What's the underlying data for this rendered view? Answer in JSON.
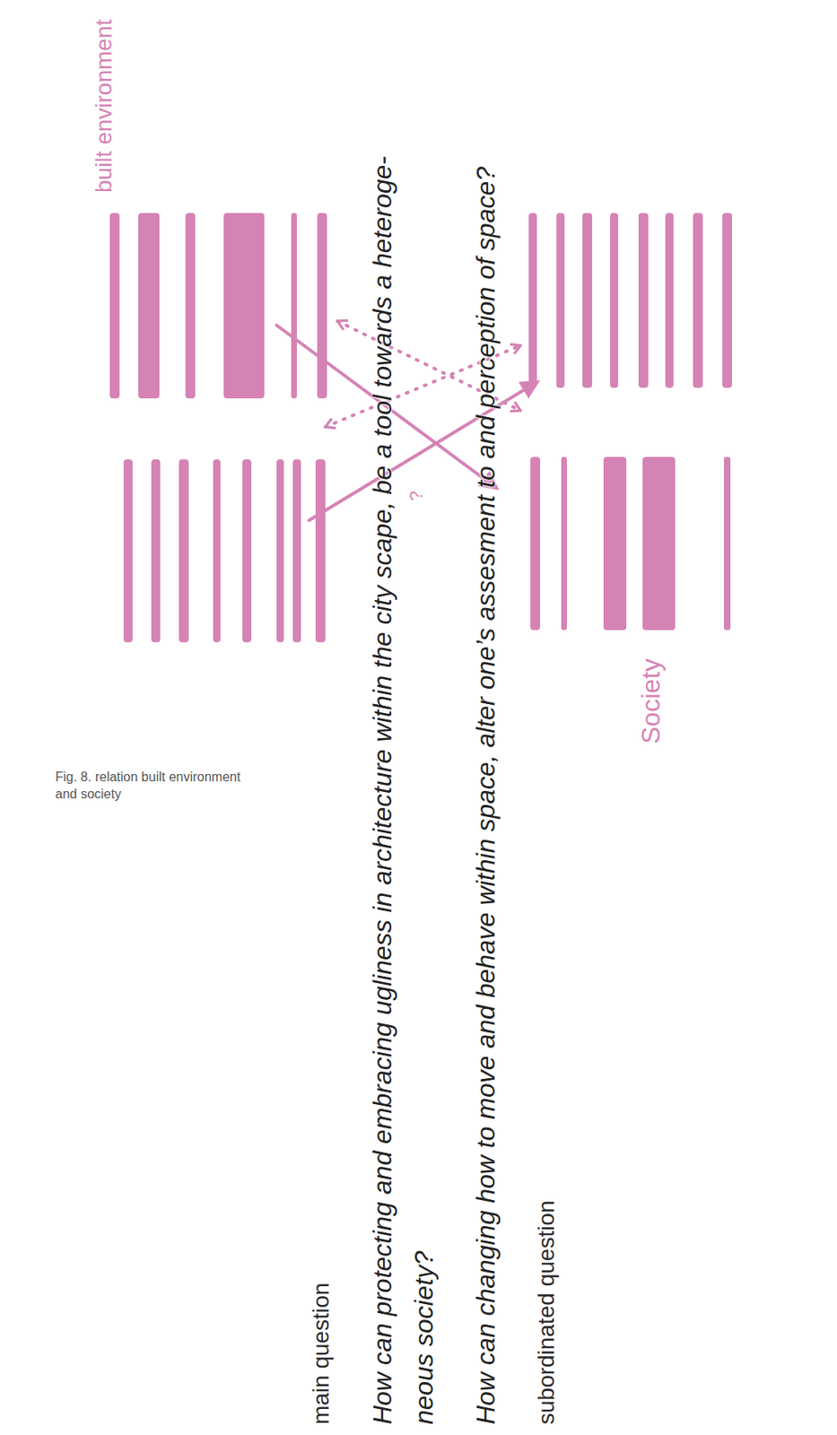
{
  "diagram": {
    "caption": "Fig. 8. relation built environment and society",
    "labels": [
      "built environment",
      "?",
      "Society",
      "main question",
      "How can protecting and embracing ugliness in architecture within the city scape, be a tool towards a heteroge- neous society?",
      "How can changing how to move and behave within space, alter one’s assesment to and perception of space?",
      "subordinated question"
    ]
  }
}
